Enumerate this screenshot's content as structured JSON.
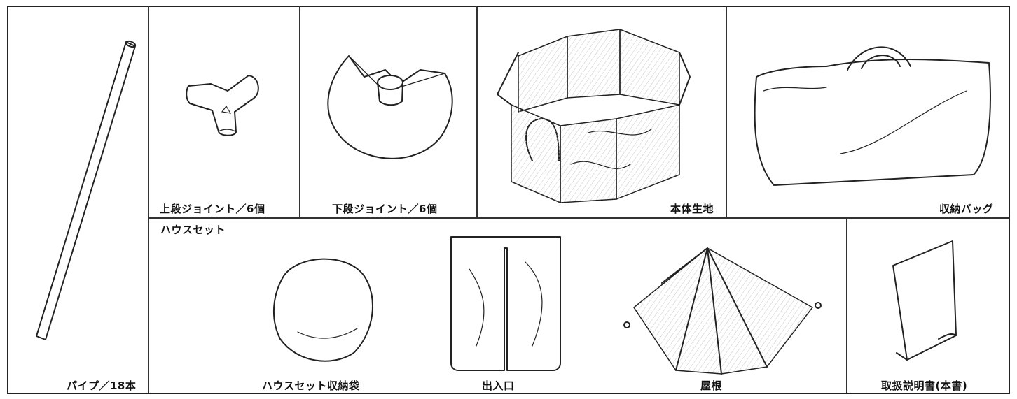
{
  "items": {
    "pipe": "パイプ／18本",
    "upper_joint": "上段ジョイント／6個",
    "lower_joint": "下段ジョイント／6個",
    "body_fabric": "本体生地",
    "storage_bag": "収納バッグ",
    "house_set_title": "ハウスセット",
    "house_set_bag": "ハウスセット収納袋",
    "entrance": "出入口",
    "roof": "屋根",
    "manual": "取扱説明書(本書)"
  }
}
